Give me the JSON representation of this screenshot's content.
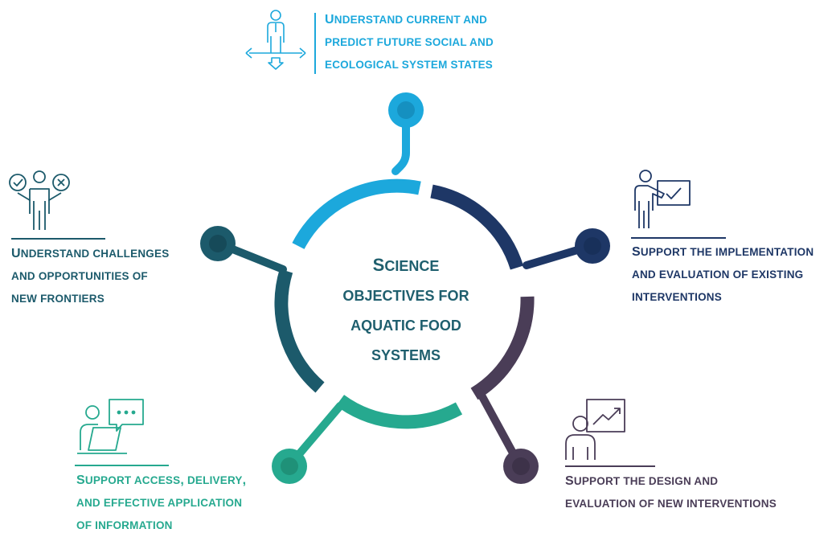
{
  "center": {
    "lines": [
      "Science",
      "objectives for",
      "aquatic food",
      "systems"
    ],
    "color": "#1f5f6e"
  },
  "objectives": [
    {
      "id": "top",
      "color": "#1ca8dc",
      "lines": [
        "Understand current and",
        "predict future social and",
        "ecological system states"
      ],
      "icon": "person-crossroads-icon"
    },
    {
      "id": "right",
      "color": "#1e3766",
      "lines": [
        "Support the implementation",
        "and evaluation of existing",
        "interventions"
      ],
      "icon": "presenter-checkmark-board-icon"
    },
    {
      "id": "bottom-right",
      "color": "#4a3d57",
      "lines": [
        "Support the design and",
        "evaluation of new interventions"
      ],
      "icon": "presenter-trend-chart-icon"
    },
    {
      "id": "bottom-left",
      "color": "#26a98f",
      "lines": [
        "Support access, delivery,",
        "and effective application",
        "of information"
      ],
      "icon": "person-laptop-chat-icon"
    },
    {
      "id": "left",
      "color": "#1c5a6b",
      "lines": [
        "Understand challenges",
        "and opportunities of",
        "new frontiers"
      ],
      "icon": "person-weighing-options-icon"
    }
  ]
}
